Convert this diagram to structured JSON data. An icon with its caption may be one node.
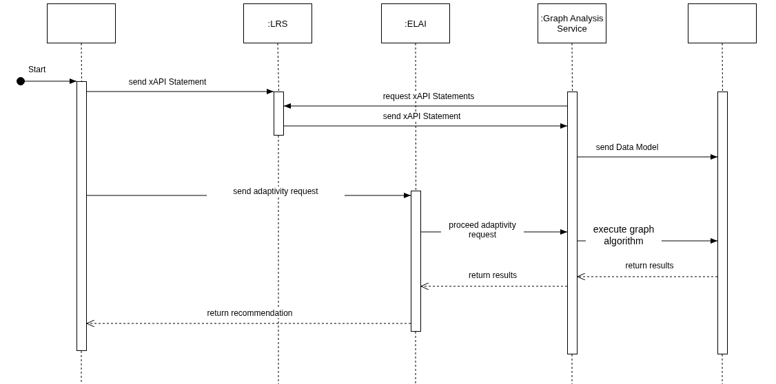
{
  "diagram": {
    "nodes": [
      {
        "text": [],
        "shape": "box"
      },
      {
        "text": [
          ":LRS"
        ]
      },
      {
        "text": [
          ":ELAI"
        ]
      },
      {
        "text": [
          ":Graph Analysis Service"
        ]
      },
      {
        "text": [],
        "shape": "box"
      },
      {
        "text": [],
        "shape": "circle"
      },
      {
        "text": [],
        "shape": "bar"
      },
      {
        "text": [],
        "shape": "bar"
      },
      {
        "text": [],
        "shape": "bar"
      },
      {
        "text": [],
        "shape": "bar"
      },
      {
        "text": [],
        "shape": "bar"
      }
    ],
    "edges": [
      {
        "from": 0,
        "to": 6,
        "arrow": "none",
        "style": "dashed"
      },
      {
        "from": 1,
        "to": 7,
        "arrow": "none",
        "style": "dashed"
      },
      {
        "from": 2,
        "to": 8,
        "arrow": "none",
        "style": "dashed"
      },
      {
        "from": 3,
        "to": 9,
        "arrow": "none",
        "style": "dashed"
      },
      {
        "from": 4,
        "to": 10,
        "arrow": "none",
        "style": "dashed"
      },
      {
        "from": 5,
        "to": 6,
        "arrow": "to",
        "label": "Start"
      },
      {
        "from": 6,
        "to": 7,
        "arrow": "to",
        "label": "send xAPI Statement"
      },
      {
        "from": 9,
        "to": 7,
        "arrow": "to",
        "label": "request xAPI Statements"
      },
      {
        "from": 7,
        "to": 9,
        "arrow": "to",
        "label": "send xAPI Statement"
      },
      {
        "from": 9,
        "to": 10,
        "arrow": "to",
        "label": "send Data Model"
      },
      {
        "from": 6,
        "to": 8,
        "arrow": "to",
        "label": "send adaptivity request"
      },
      {
        "from": 8,
        "to": 9,
        "arrow": "to",
        "label": "proceed adaptivity request"
      },
      {
        "from": 9,
        "to": 10,
        "arrow": "to",
        "label": "execute graph algorithm"
      },
      {
        "from": 10,
        "to": 9,
        "arrow": "to",
        "label": "return results",
        "style": "dashed"
      },
      {
        "from": 9,
        "to": 8,
        "arrow": "to",
        "label": "return results",
        "style": "dashed"
      },
      {
        "from": 8,
        "to": 6,
        "arrow": "to",
        "label": "return recommendation",
        "style": "dashed"
      }
    ]
  }
}
